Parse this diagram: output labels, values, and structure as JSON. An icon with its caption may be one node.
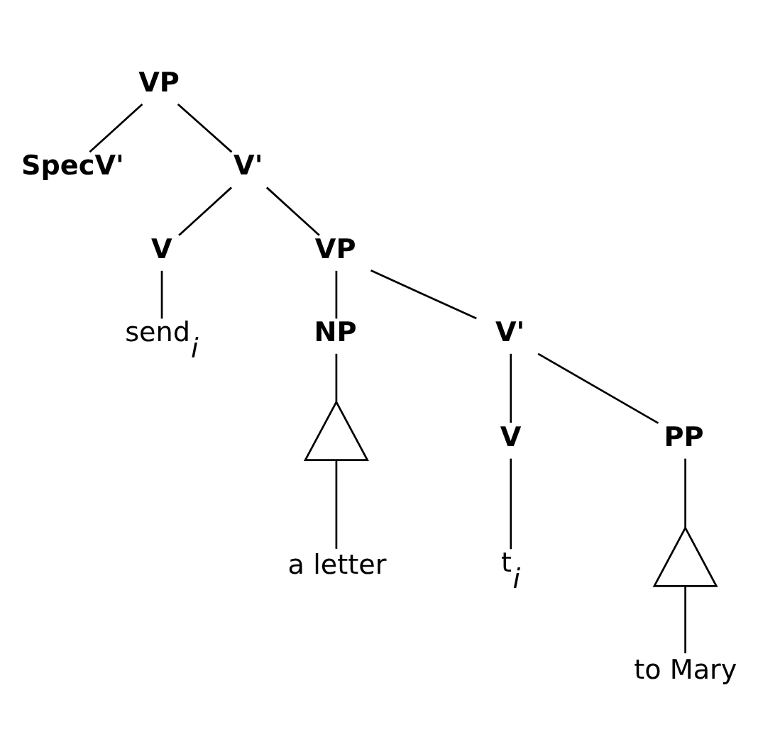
{
  "diagram": {
    "nodes": [
      {
        "text": [
          "VP"
        ]
      },
      {
        "text": [
          "SpecV'"
        ]
      },
      {
        "text": [
          "V'"
        ]
      },
      {
        "text": [
          "V"
        ]
      },
      {
        "text": [
          "VP"
        ]
      },
      {
        "text": [
          "send$_{i}$"
        ]
      },
      {
        "text": [
          "NP"
        ]
      },
      {
        "text": [
          "V'"
        ]
      },
      {
        "text": [],
        "shape": "triangle"
      },
      {
        "text": [
          "a letter"
        ]
      },
      {
        "text": [
          "V"
        ]
      },
      {
        "text": [
          "PP"
        ]
      },
      {
        "text": [],
        "shape": "triangle"
      },
      {
        "text": [
          "t$_{i}$"
        ]
      },
      {
        "text": [
          "to Mary"
        ]
      }
    ],
    "edges": [
      {
        "from": 0,
        "to": 1,
        "arrow": "none"
      },
      {
        "from": 0,
        "to": 2,
        "arrow": "none"
      },
      {
        "from": 2,
        "to": 3,
        "arrow": "none"
      },
      {
        "from": 2,
        "to": 4,
        "arrow": "none"
      },
      {
        "from": 3,
        "to": 5,
        "arrow": "none"
      },
      {
        "from": 4,
        "to": 6,
        "arrow": "none"
      },
      {
        "from": 4,
        "to": 7,
        "arrow": "none"
      },
      {
        "from": 6,
        "to": 8,
        "arrow": "none"
      },
      {
        "from": 8,
        "to": 9,
        "arrow": "none"
      },
      {
        "from": 7,
        "to": 10,
        "arrow": "none"
      },
      {
        "from": 7,
        "to": 11,
        "arrow": "none"
      },
      {
        "from": 11,
        "to": 12,
        "arrow": "none"
      },
      {
        "from": 10,
        "to": 13,
        "arrow": "none"
      },
      {
        "from": 12,
        "to": 14,
        "arrow": "none"
      }
    ]
  }
}
